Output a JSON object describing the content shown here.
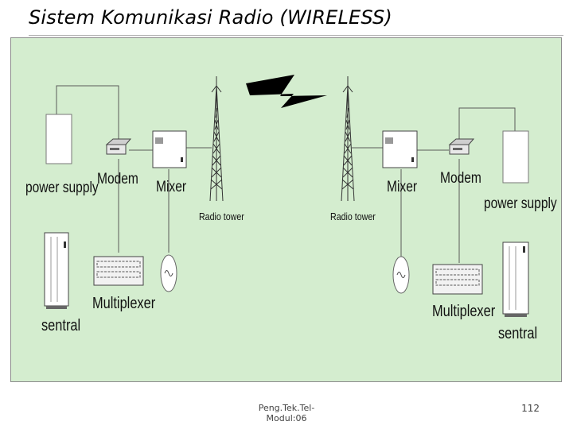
{
  "slide": {
    "title": "Sistem Komunikasi Radio (WIRELESS)",
    "footer_text": "Peng.Tek.Tel-Modul:06",
    "page_number": "112"
  },
  "diagram": {
    "left": {
      "power_supply": "power supply",
      "modem": "Modem",
      "mixer": "Mixer",
      "radio_tower": "Radio tower",
      "multiplexer": "Multiplexer",
      "sentral": "sentral"
    },
    "right": {
      "power_supply": "power supply",
      "modem": "Modem",
      "mixer": "Mixer",
      "radio_tower": "Radio tower",
      "multiplexer": "Multiplexer",
      "sentral": "sentral"
    },
    "link_symbol": "lightning-bolt-icon",
    "colors": {
      "panel_background": "#d4edcf",
      "equipment_fill": "#ffffff",
      "line": "#555555"
    }
  }
}
